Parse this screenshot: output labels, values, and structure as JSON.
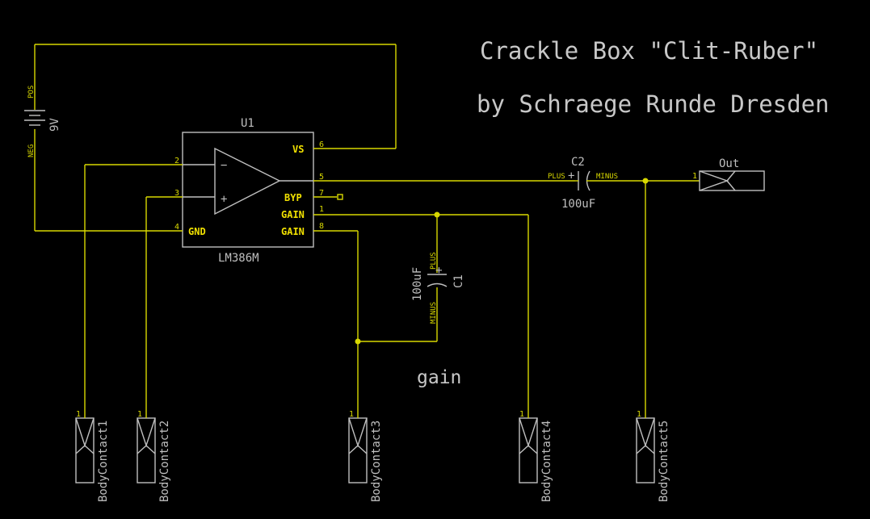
{
  "title": "Crackle Box \"Clit-Ruber\"",
  "subtitle": "by Schraege Runde Dresden",
  "ic": {
    "ref": "U1",
    "value": "LM386M",
    "pins": {
      "vs": "VS",
      "byp": "BYP",
      "gain1": "GAIN",
      "gain2": "GAIN",
      "gnd": "GND",
      "minus": "−",
      "plus": "+",
      "n2": "2",
      "n3": "3",
      "n4": "4",
      "n5": "5",
      "n6": "6",
      "n7": "7",
      "n1": "1",
      "n8": "8"
    }
  },
  "battery": {
    "value": "9V",
    "pos": "POS",
    "neg": "NEG"
  },
  "c1": {
    "ref": "C1",
    "value": "100uF",
    "plus": "PLUS",
    "minus": "MINUS",
    "sign": "+"
  },
  "c2": {
    "ref": "C2",
    "value": "100uF",
    "plus": "PLUS",
    "minus": "MINUS",
    "sign": "+"
  },
  "out": {
    "label": "Out",
    "pin": "1"
  },
  "gain_label": "gain",
  "contacts": [
    {
      "label": "BodyContact1",
      "pin": "1"
    },
    {
      "label": "BodyContact2",
      "pin": "1"
    },
    {
      "label": "BodyContact3",
      "pin": "1"
    },
    {
      "label": "BodyContact4",
      "pin": "1"
    },
    {
      "label": "BodyContact5",
      "pin": "1"
    }
  ]
}
